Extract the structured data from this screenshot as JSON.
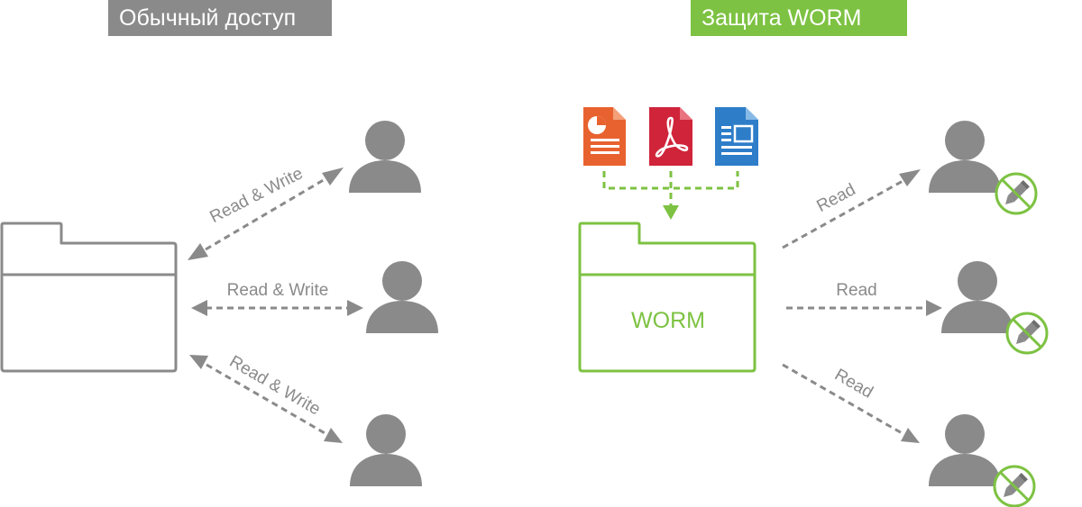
{
  "left_panel": {
    "title": "Обычный доступ",
    "badge_color": "#8a8a8a",
    "icon_color": "#8a8a8a",
    "folder_icon": "folder-icon",
    "user_icon": "user-icon",
    "arrows": [
      {
        "label": "Read & Write",
        "direction": "bidirectional"
      },
      {
        "label": "Read & Write",
        "direction": "bidirectional"
      },
      {
        "label": "Read & Write",
        "direction": "bidirectional"
      }
    ]
  },
  "right_panel": {
    "title": "Защита WORM",
    "badge_color": "#7dc242",
    "accent_color": "#7dc242",
    "folder_label": "WORM",
    "folder_icon": "folder-icon",
    "files": [
      {
        "icon": "presentation-file-icon",
        "color": "#e8622f"
      },
      {
        "icon": "pdf-file-icon",
        "color": "#d0243a"
      },
      {
        "icon": "document-file-icon",
        "color": "#2d7dc9"
      }
    ],
    "user_icon": "user-icon",
    "no_edit_icon": "no-edit-icon",
    "arrows": [
      {
        "label": "Read",
        "direction": "to-user"
      },
      {
        "label": "Read",
        "direction": "to-user"
      },
      {
        "label": "Read",
        "direction": "to-user"
      }
    ]
  }
}
